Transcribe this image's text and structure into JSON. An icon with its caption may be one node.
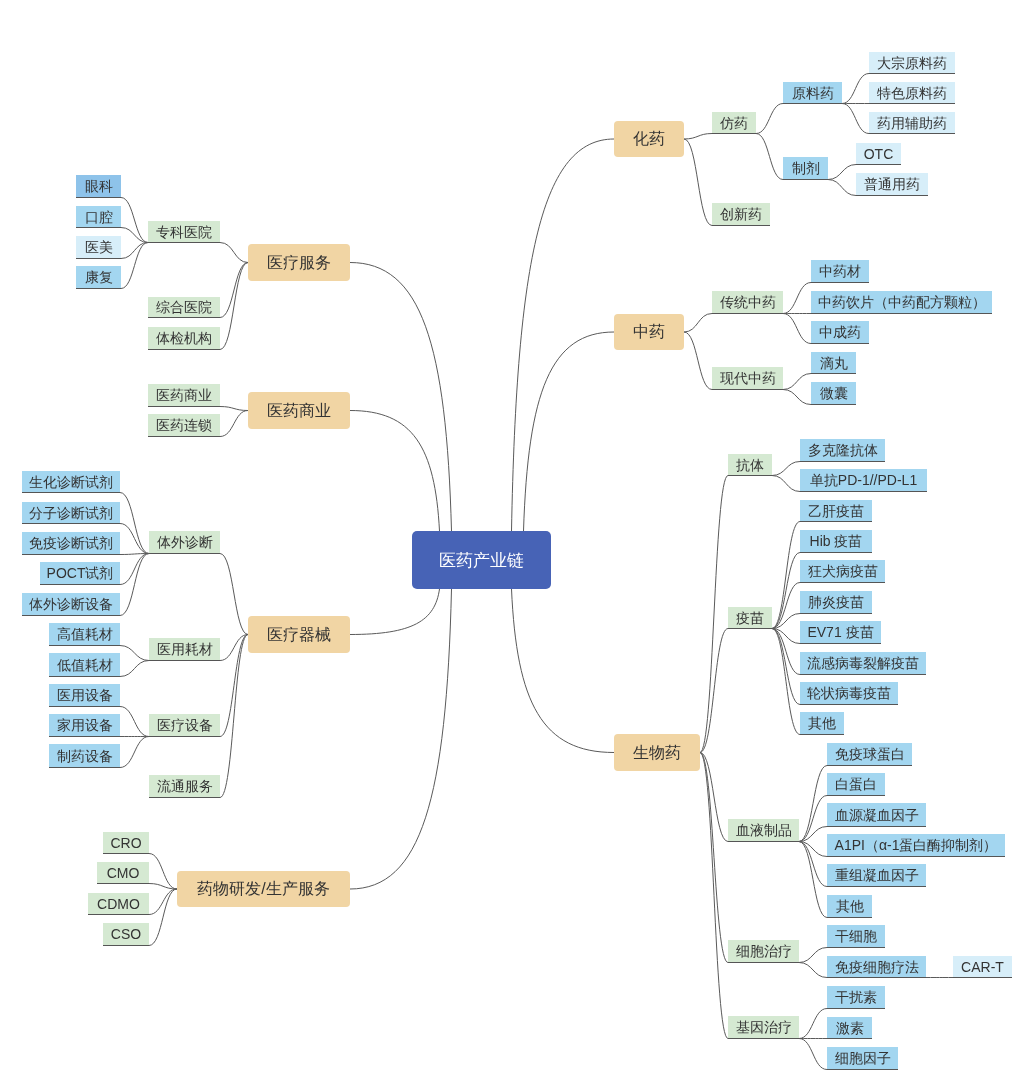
{
  "diagram": {
    "nodes": [
      {
        "text": [
          "医药产业链"
        ]
      },
      {
        "text": [
          "化药"
        ]
      },
      {
        "text": [
          "仿药"
        ]
      },
      {
        "text": [
          "原料药"
        ]
      },
      {
        "text": [
          "大宗原料药"
        ]
      },
      {
        "text": [
          "特色原料药"
        ]
      },
      {
        "text": [
          "药用辅助药"
        ]
      },
      {
        "text": [
          "制剂"
        ]
      },
      {
        "text": [
          "OTC"
        ]
      },
      {
        "text": [
          "普通用药"
        ]
      },
      {
        "text": [
          "创新药"
        ]
      },
      {
        "text": [
          "中药"
        ]
      },
      {
        "text": [
          "传统中药"
        ]
      },
      {
        "text": [
          "中药材"
        ]
      },
      {
        "text": [
          "中药饮片（中药配方颗粒）"
        ]
      },
      {
        "text": [
          "中成药"
        ]
      },
      {
        "text": [
          "现代中药"
        ]
      },
      {
        "text": [
          "滴丸"
        ]
      },
      {
        "text": [
          "微囊"
        ]
      },
      {
        "text": [
          "生物药"
        ]
      },
      {
        "text": [
          "抗体"
        ]
      },
      {
        "text": [
          "多克隆抗体"
        ]
      },
      {
        "text": [
          "单抗PD-1//PD-L1"
        ]
      },
      {
        "text": [
          "疫苗"
        ]
      },
      {
        "text": [
          "乙肝疫苗"
        ]
      },
      {
        "text": [
          "Hib 疫苗"
        ]
      },
      {
        "text": [
          "狂犬病疫苗"
        ]
      },
      {
        "text": [
          "肺炎疫苗"
        ]
      },
      {
        "text": [
          "EV71 疫苗"
        ]
      },
      {
        "text": [
          "流感病毒裂解疫苗"
        ]
      },
      {
        "text": [
          "轮状病毒疫苗"
        ]
      },
      {
        "text": [
          "其他"
        ]
      },
      {
        "text": [
          "血液制品"
        ]
      },
      {
        "text": [
          "免疫球蛋白"
        ]
      },
      {
        "text": [
          "白蛋白"
        ]
      },
      {
        "text": [
          "血源凝血因子"
        ]
      },
      {
        "text": [
          "A1PI（α-1蛋白酶抑制剂）"
        ]
      },
      {
        "text": [
          "重组凝血因子"
        ]
      },
      {
        "text": [
          "其他"
        ]
      },
      {
        "text": [
          "细胞治疗"
        ]
      },
      {
        "text": [
          "干细胞"
        ]
      },
      {
        "text": [
          "免疫细胞疗法"
        ]
      },
      {
        "text": [
          "CAR-T"
        ]
      },
      {
        "text": [
          "基因治疗"
        ]
      },
      {
        "text": [
          "干扰素"
        ]
      },
      {
        "text": [
          "激素"
        ]
      },
      {
        "text": [
          "细胞因子"
        ]
      },
      {
        "text": [
          "医疗服务"
        ]
      },
      {
        "text": [
          "专科医院"
        ]
      },
      {
        "text": [
          "眼科"
        ]
      },
      {
        "text": [
          "口腔"
        ]
      },
      {
        "text": [
          "医美"
        ]
      },
      {
        "text": [
          "康复"
        ]
      },
      {
        "text": [
          "综合医院"
        ]
      },
      {
        "text": [
          "体检机构"
        ]
      },
      {
        "text": [
          "医药商业"
        ]
      },
      {
        "text": [
          "医药商业"
        ]
      },
      {
        "text": [
          "医药连锁"
        ]
      },
      {
        "text": [
          "医疗器械"
        ]
      },
      {
        "text": [
          "体外诊断"
        ]
      },
      {
        "text": [
          "生化诊断试剂"
        ]
      },
      {
        "text": [
          "分子诊断试剂"
        ]
      },
      {
        "text": [
          "免疫诊断试剂"
        ]
      },
      {
        "text": [
          "POCT试剂"
        ]
      },
      {
        "text": [
          "体外诊断设备"
        ]
      },
      {
        "text": [
          "医用耗材"
        ]
      },
      {
        "text": [
          "高值耗材"
        ]
      },
      {
        "text": [
          "低值耗材"
        ]
      },
      {
        "text": [
          "医疗设备"
        ]
      },
      {
        "text": [
          "医用设备"
        ]
      },
      {
        "text": [
          "家用设备"
        ]
      },
      {
        "text": [
          "制药设备"
        ]
      },
      {
        "text": [
          "流通服务"
        ]
      },
      {
        "text": [
          "药物研发/生产服务"
        ]
      },
      {
        "text": [
          "CRO"
        ]
      },
      {
        "text": [
          "CMO"
        ]
      },
      {
        "text": [
          "CDMO"
        ]
      },
      {
        "text": [
          "CSO"
        ]
      }
    ],
    "edges": [
      {
        "from": 0,
        "to": 1,
        "arrow": "none"
      },
      {
        "from": 1,
        "to": 2,
        "arrow": "none"
      },
      {
        "from": 2,
        "to": 3,
        "arrow": "none"
      },
      {
        "from": 3,
        "to": 4,
        "arrow": "none"
      },
      {
        "from": 3,
        "to": 5,
        "arrow": "none"
      },
      {
        "from": 3,
        "to": 6,
        "arrow": "none"
      },
      {
        "from": 2,
        "to": 7,
        "arrow": "none"
      },
      {
        "from": 7,
        "to": 8,
        "arrow": "none"
      },
      {
        "from": 7,
        "to": 9,
        "arrow": "none"
      },
      {
        "from": 1,
        "to": 10,
        "arrow": "none"
      },
      {
        "from": 0,
        "to": 11,
        "arrow": "none"
      },
      {
        "from": 11,
        "to": 12,
        "arrow": "none"
      },
      {
        "from": 12,
        "to": 13,
        "arrow": "none"
      },
      {
        "from": 12,
        "to": 14,
        "arrow": "none"
      },
      {
        "from": 12,
        "to": 15,
        "arrow": "none"
      },
      {
        "from": 11,
        "to": 16,
        "arrow": "none"
      },
      {
        "from": 16,
        "to": 17,
        "arrow": "none"
      },
      {
        "from": 16,
        "to": 18,
        "arrow": "none"
      },
      {
        "from": 0,
        "to": 19,
        "arrow": "none"
      },
      {
        "from": 19,
        "to": 20,
        "arrow": "none"
      },
      {
        "from": 20,
        "to": 21,
        "arrow": "none"
      },
      {
        "from": 20,
        "to": 22,
        "arrow": "none"
      },
      {
        "from": 19,
        "to": 23,
        "arrow": "none"
      },
      {
        "from": 23,
        "to": 24,
        "arrow": "none"
      },
      {
        "from": 23,
        "to": 25,
        "arrow": "none"
      },
      {
        "from": 23,
        "to": 26,
        "arrow": "none"
      },
      {
        "from": 23,
        "to": 27,
        "arrow": "none"
      },
      {
        "from": 23,
        "to": 28,
        "arrow": "none"
      },
      {
        "from": 23,
        "to": 29,
        "arrow": "none"
      },
      {
        "from": 23,
        "to": 30,
        "arrow": "none"
      },
      {
        "from": 23,
        "to": 31,
        "arrow": "none"
      },
      {
        "from": 19,
        "to": 32,
        "arrow": "none"
      },
      {
        "from": 32,
        "to": 33,
        "arrow": "none"
      },
      {
        "from": 32,
        "to": 34,
        "arrow": "none"
      },
      {
        "from": 32,
        "to": 35,
        "arrow": "none"
      },
      {
        "from": 32,
        "to": 36,
        "arrow": "none"
      },
      {
        "from": 32,
        "to": 37,
        "arrow": "none"
      },
      {
        "from": 32,
        "to": 38,
        "arrow": "none"
      },
      {
        "from": 19,
        "to": 39,
        "arrow": "none"
      },
      {
        "from": 39,
        "to": 40,
        "arrow": "none"
      },
      {
        "from": 39,
        "to": 41,
        "arrow": "none"
      },
      {
        "from": 41,
        "to": 42,
        "arrow": "none"
      },
      {
        "from": 19,
        "to": 43,
        "arrow": "none"
      },
      {
        "from": 43,
        "to": 44,
        "arrow": "none"
      },
      {
        "from": 43,
        "to": 45,
        "arrow": "none"
      },
      {
        "from": 43,
        "to": 46,
        "arrow": "none"
      },
      {
        "from": 0,
        "to": 47,
        "arrow": "none"
      },
      {
        "from": 47,
        "to": 48,
        "arrow": "none"
      },
      {
        "from": 48,
        "to": 49,
        "arrow": "none"
      },
      {
        "from": 48,
        "to": 50,
        "arrow": "none"
      },
      {
        "from": 48,
        "to": 51,
        "arrow": "none"
      },
      {
        "from": 48,
        "to": 52,
        "arrow": "none"
      },
      {
        "from": 47,
        "to": 53,
        "arrow": "none"
      },
      {
        "from": 47,
        "to": 54,
        "arrow": "none"
      },
      {
        "from": 0,
        "to": 55,
        "arrow": "none"
      },
      {
        "from": 55,
        "to": 56,
        "arrow": "none"
      },
      {
        "from": 55,
        "to": 57,
        "arrow": "none"
      },
      {
        "from": 0,
        "to": 58,
        "arrow": "none"
      },
      {
        "from": 58,
        "to": 59,
        "arrow": "none"
      },
      {
        "from": 59,
        "to": 60,
        "arrow": "none"
      },
      {
        "from": 59,
        "to": 61,
        "arrow": "none"
      },
      {
        "from": 59,
        "to": 62,
        "arrow": "none"
      },
      {
        "from": 59,
        "to": 63,
        "arrow": "none"
      },
      {
        "from": 59,
        "to": 64,
        "arrow": "none"
      },
      {
        "from": 58,
        "to": 65,
        "arrow": "none"
      },
      {
        "from": 65,
        "to": 66,
        "arrow": "none"
      },
      {
        "from": 65,
        "to": 67,
        "arrow": "none"
      },
      {
        "from": 58,
        "to": 68,
        "arrow": "none"
      },
      {
        "from": 68,
        "to": 69,
        "arrow": "none"
      },
      {
        "from": 68,
        "to": 70,
        "arrow": "none"
      },
      {
        "from": 68,
        "to": 71,
        "arrow": "none"
      },
      {
        "from": 58,
        "to": 72,
        "arrow": "none"
      },
      {
        "from": 0,
        "to": 73,
        "arrow": "none"
      },
      {
        "from": 73,
        "to": 74,
        "arrow": "none"
      },
      {
        "from": 73,
        "to": 75,
        "arrow": "none"
      },
      {
        "from": 73,
        "to": 76,
        "arrow": "none"
      },
      {
        "from": 73,
        "to": 77,
        "arrow": "none"
      }
    ]
  }
}
